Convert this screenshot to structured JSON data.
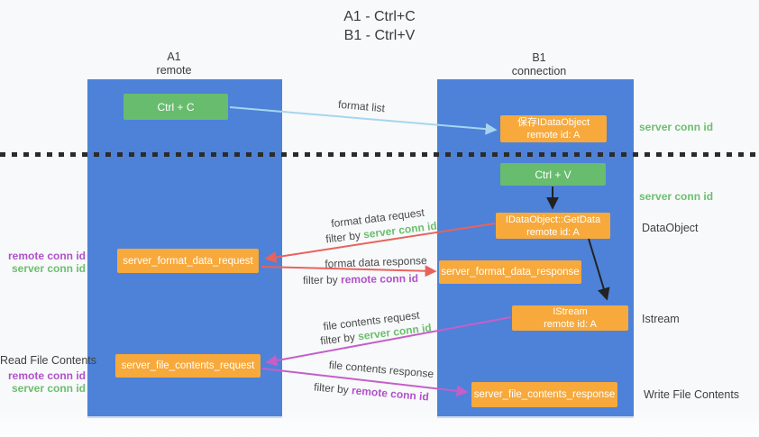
{
  "title": {
    "line1": "A1 - Ctrl+C",
    "line2": "B1 - Ctrl+V"
  },
  "columns": {
    "left": {
      "name": "A1",
      "role": "remote"
    },
    "right": {
      "name": "B1",
      "role": "connection"
    }
  },
  "boxes": {
    "ctrl_c": {
      "label": "Ctrl + C"
    },
    "ctrl_v": {
      "label": "Ctrl + V"
    },
    "save_dataobject": {
      "line1": "保存IDataObject",
      "line2": "remote id: A"
    },
    "getdata": {
      "line1": "IDataObject::GetData",
      "line2": "remote id: A"
    },
    "istream": {
      "line1": "IStream",
      "line2": "remote id: A"
    },
    "format_request": {
      "label": "server_format_data_request"
    },
    "format_response": {
      "label": "server_format_data_response"
    },
    "file_request": {
      "label": "server_file_contents_request"
    },
    "file_response": {
      "label": "server_file_contents_response"
    }
  },
  "annotations": {
    "right": {
      "server_conn_id_top": "server conn id",
      "server_conn_id_mid": "server conn id",
      "dataobject": "DataObject",
      "istream": "Istream",
      "write_file_contents": "Write File Contents"
    },
    "left": {
      "remote_conn_id_top": "remote conn id",
      "server_conn_id_top": "server conn id",
      "read_file_contents": "Read File Contents",
      "remote_conn_id_bottom": "remote conn id",
      "server_conn_id_bottom": "server conn id"
    }
  },
  "flow_labels": {
    "format_list": "format list",
    "format_data_request": "format data request",
    "format_data_request_filter": {
      "prefix": "filter by ",
      "key": "server conn id"
    },
    "format_data_response": "format data response",
    "format_data_response_filter": {
      "prefix": "filter by ",
      "key": "remote conn id"
    },
    "file_contents_request": "file contents request",
    "file_contents_request_filter": {
      "prefix": "filter by ",
      "key": "server conn id"
    },
    "file_contents_response": "file contents response",
    "file_contents_response_filter": {
      "prefix": "filter by ",
      "key": "remote conn id"
    }
  },
  "colors": {
    "column_blue": "#4d82d8",
    "box_green": "#68bc6e",
    "box_orange": "#f7a93c",
    "arrow_lightblue": "#a5d5f0",
    "arrow_red": "#e8625d",
    "arrow_purple": "#c45fc9",
    "text_green": "#6cbf6f",
    "text_purple": "#b052c9",
    "text_dark": "#3f3f3f"
  }
}
